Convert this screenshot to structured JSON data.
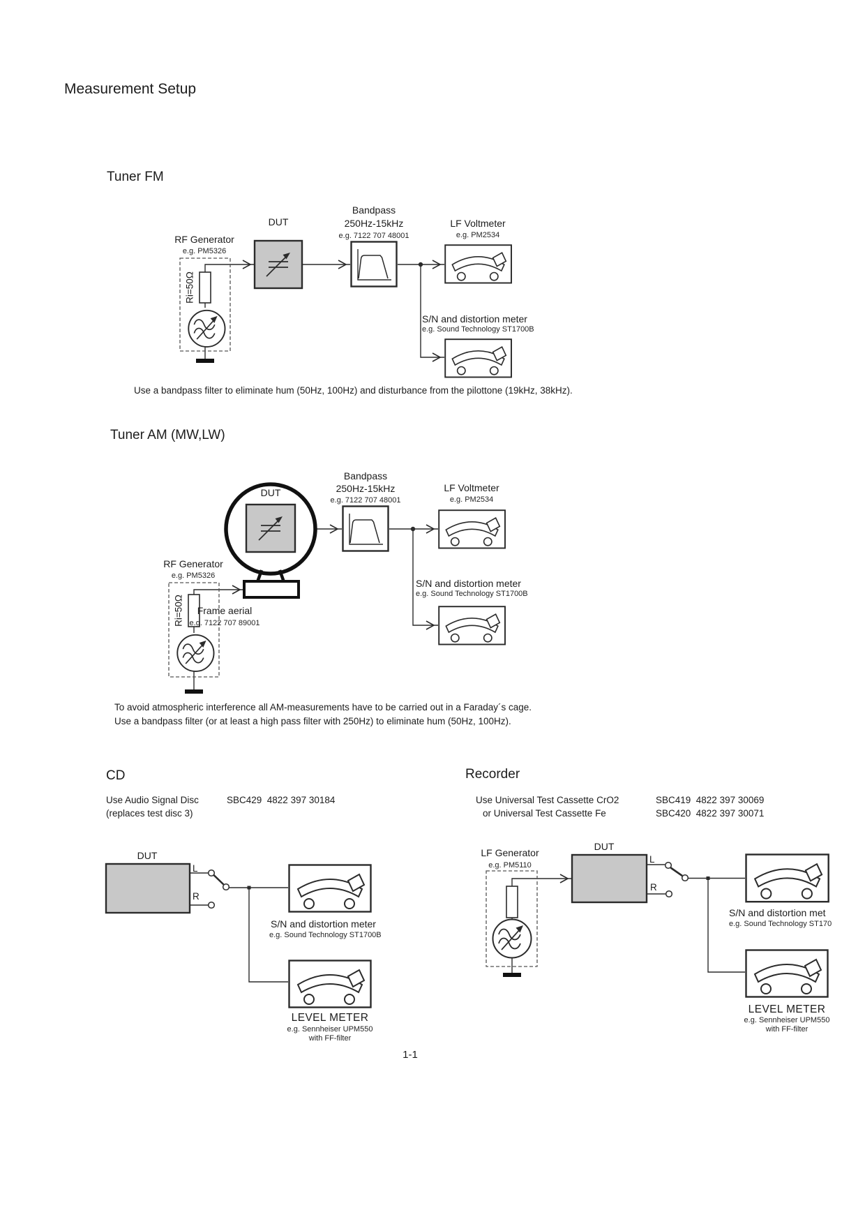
{
  "page": {
    "title": "Measurement Setup",
    "number": "1-1"
  },
  "colors": {
    "dut_fill": "#c8c8c8",
    "line": "#2b2b2b",
    "ground": "#111111"
  },
  "tuner_fm": {
    "heading": "Tuner FM",
    "dut_label": "DUT",
    "bandpass": {
      "label": "Bandpass",
      "range": "250Hz-15kHz",
      "example": "e.g. 7122 707 48001"
    },
    "rf_generator": {
      "label": "RF Generator",
      "example": "e.g. PM5326",
      "impedance": "Ri=50Ω"
    },
    "lf_voltmeter": {
      "label": "LF Voltmeter",
      "example": "e.g. PM2534"
    },
    "sn_meter": {
      "label": "S/N and distortion meter",
      "example": "e.g. Sound Technology ST1700B"
    },
    "caption": "Use a bandpass filter to eliminate hum (50Hz, 100Hz) and disturbance from the pilottone (19kHz, 38kHz)."
  },
  "tuner_am": {
    "heading": "Tuner AM (MW,LW)",
    "dut_label": "DUT",
    "bandpass": {
      "label": "Bandpass",
      "range": "250Hz-15kHz",
      "example": "e.g. 7122 707 48001"
    },
    "rf_generator": {
      "label": "RF Generator",
      "example": "e.g. PM5326",
      "impedance": "Ri=50Ω"
    },
    "lf_voltmeter": {
      "label": "LF Voltmeter",
      "example": "e.g. PM2534"
    },
    "sn_meter": {
      "label": "S/N and distortion meter",
      "example": "e.g. Sound Technology ST1700B"
    },
    "frame_aerial": {
      "label": "Frame aerial",
      "example": "e.g. 7122 707 89001"
    },
    "caption_line1": "To avoid atmospheric interference all AM-measurements have to be carried out in a Faraday´s cage.",
    "caption_line2": "Use a bandpass filter (or at least a high pass filter with 250Hz) to eliminate hum (50Hz, 100Hz)."
  },
  "cd": {
    "heading": "CD",
    "intro_line1": "Use Audio Signal Disc",
    "intro_code1": "SBC429  4822 397 30184",
    "intro_line2": "(replaces test disc 3)",
    "dut_label": "DUT",
    "left_label": "L",
    "right_label": "R",
    "sn_meter": {
      "label": "S/N and distortion meter",
      "example": "e.g. Sound Technology ST1700B"
    },
    "level_meter": {
      "label": "LEVEL METER",
      "example": "e.g. Sennheiser UPM550",
      "note": "with FF-filter"
    }
  },
  "recorder": {
    "heading": "Recorder",
    "intro_line1": "Use Universal Test Cassette CrO2",
    "intro_code1": "SBC419  4822 397 30069",
    "intro_line2": "or Universal Test Cassette Fe",
    "intro_code2": "SBC420  4822 397 30071",
    "lf_generator": {
      "label": "LF Generator",
      "example": "e.g. PM5110"
    },
    "dut_label": "DUT",
    "left_label": "L",
    "right_label": "R",
    "sn_meter": {
      "label": "S/N and distortion met",
      "example": "e.g. Sound Technology ST170"
    },
    "level_meter": {
      "label": "LEVEL METER",
      "example": "e.g. Sennheiser UPM550",
      "note": "with FF-filter"
    }
  }
}
